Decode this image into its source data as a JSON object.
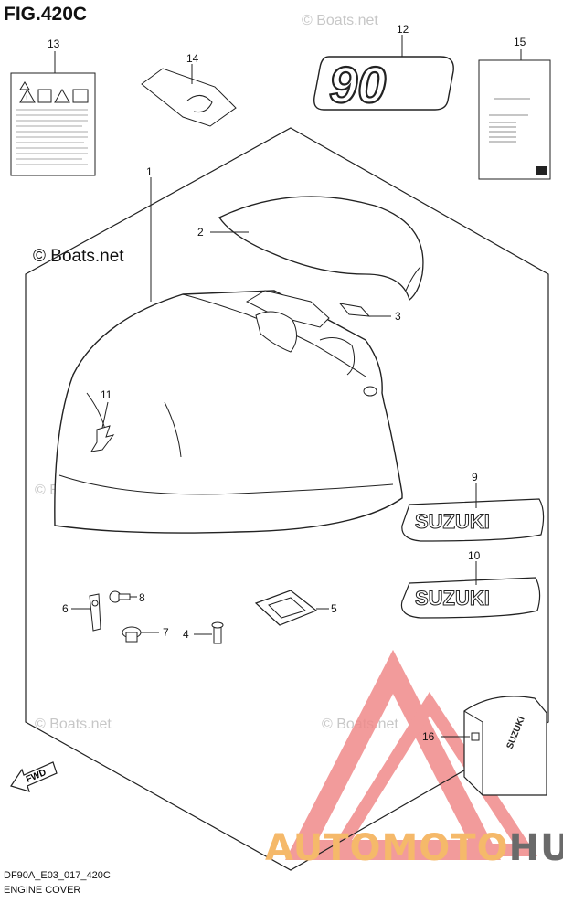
{
  "figure": {
    "title": "FIG.420C",
    "model_code": "DF90A_E03_017_420C",
    "name": "ENGINE COVER",
    "copyright": "© Boats.net",
    "watermark_text": "© Boats.net"
  },
  "brand": {
    "part1": "AUTOMOTO",
    "part2": "HUB",
    "color_primary": "#f5b96a",
    "color_secondary": "#6a6a6a",
    "logo_color": "#f08a8a"
  },
  "part_labels": {
    "p1": "1",
    "p2": "2",
    "p3": "3",
    "p4": "4",
    "p5": "5",
    "p6": "6",
    "p7": "7",
    "p8": "8",
    "p9": "9",
    "p10": "10",
    "p11": "11",
    "p12": "12",
    "p13": "13",
    "p14": "14",
    "p15": "15",
    "p16": "16"
  },
  "decals": {
    "model_number": "90",
    "suzuki_top": "SUZUKI",
    "suzuki_bottom": "SUZUKI",
    "cover_logo": "SUZUKI"
  },
  "direction": {
    "fwd": "FWD"
  },
  "icons": [
    "fwd-arrow-icon",
    "warning-triangle-icon",
    "fire-warning-icon",
    "book-icon",
    "suzuki-s-logo-icon",
    "automotohub-logo-icon"
  ]
}
